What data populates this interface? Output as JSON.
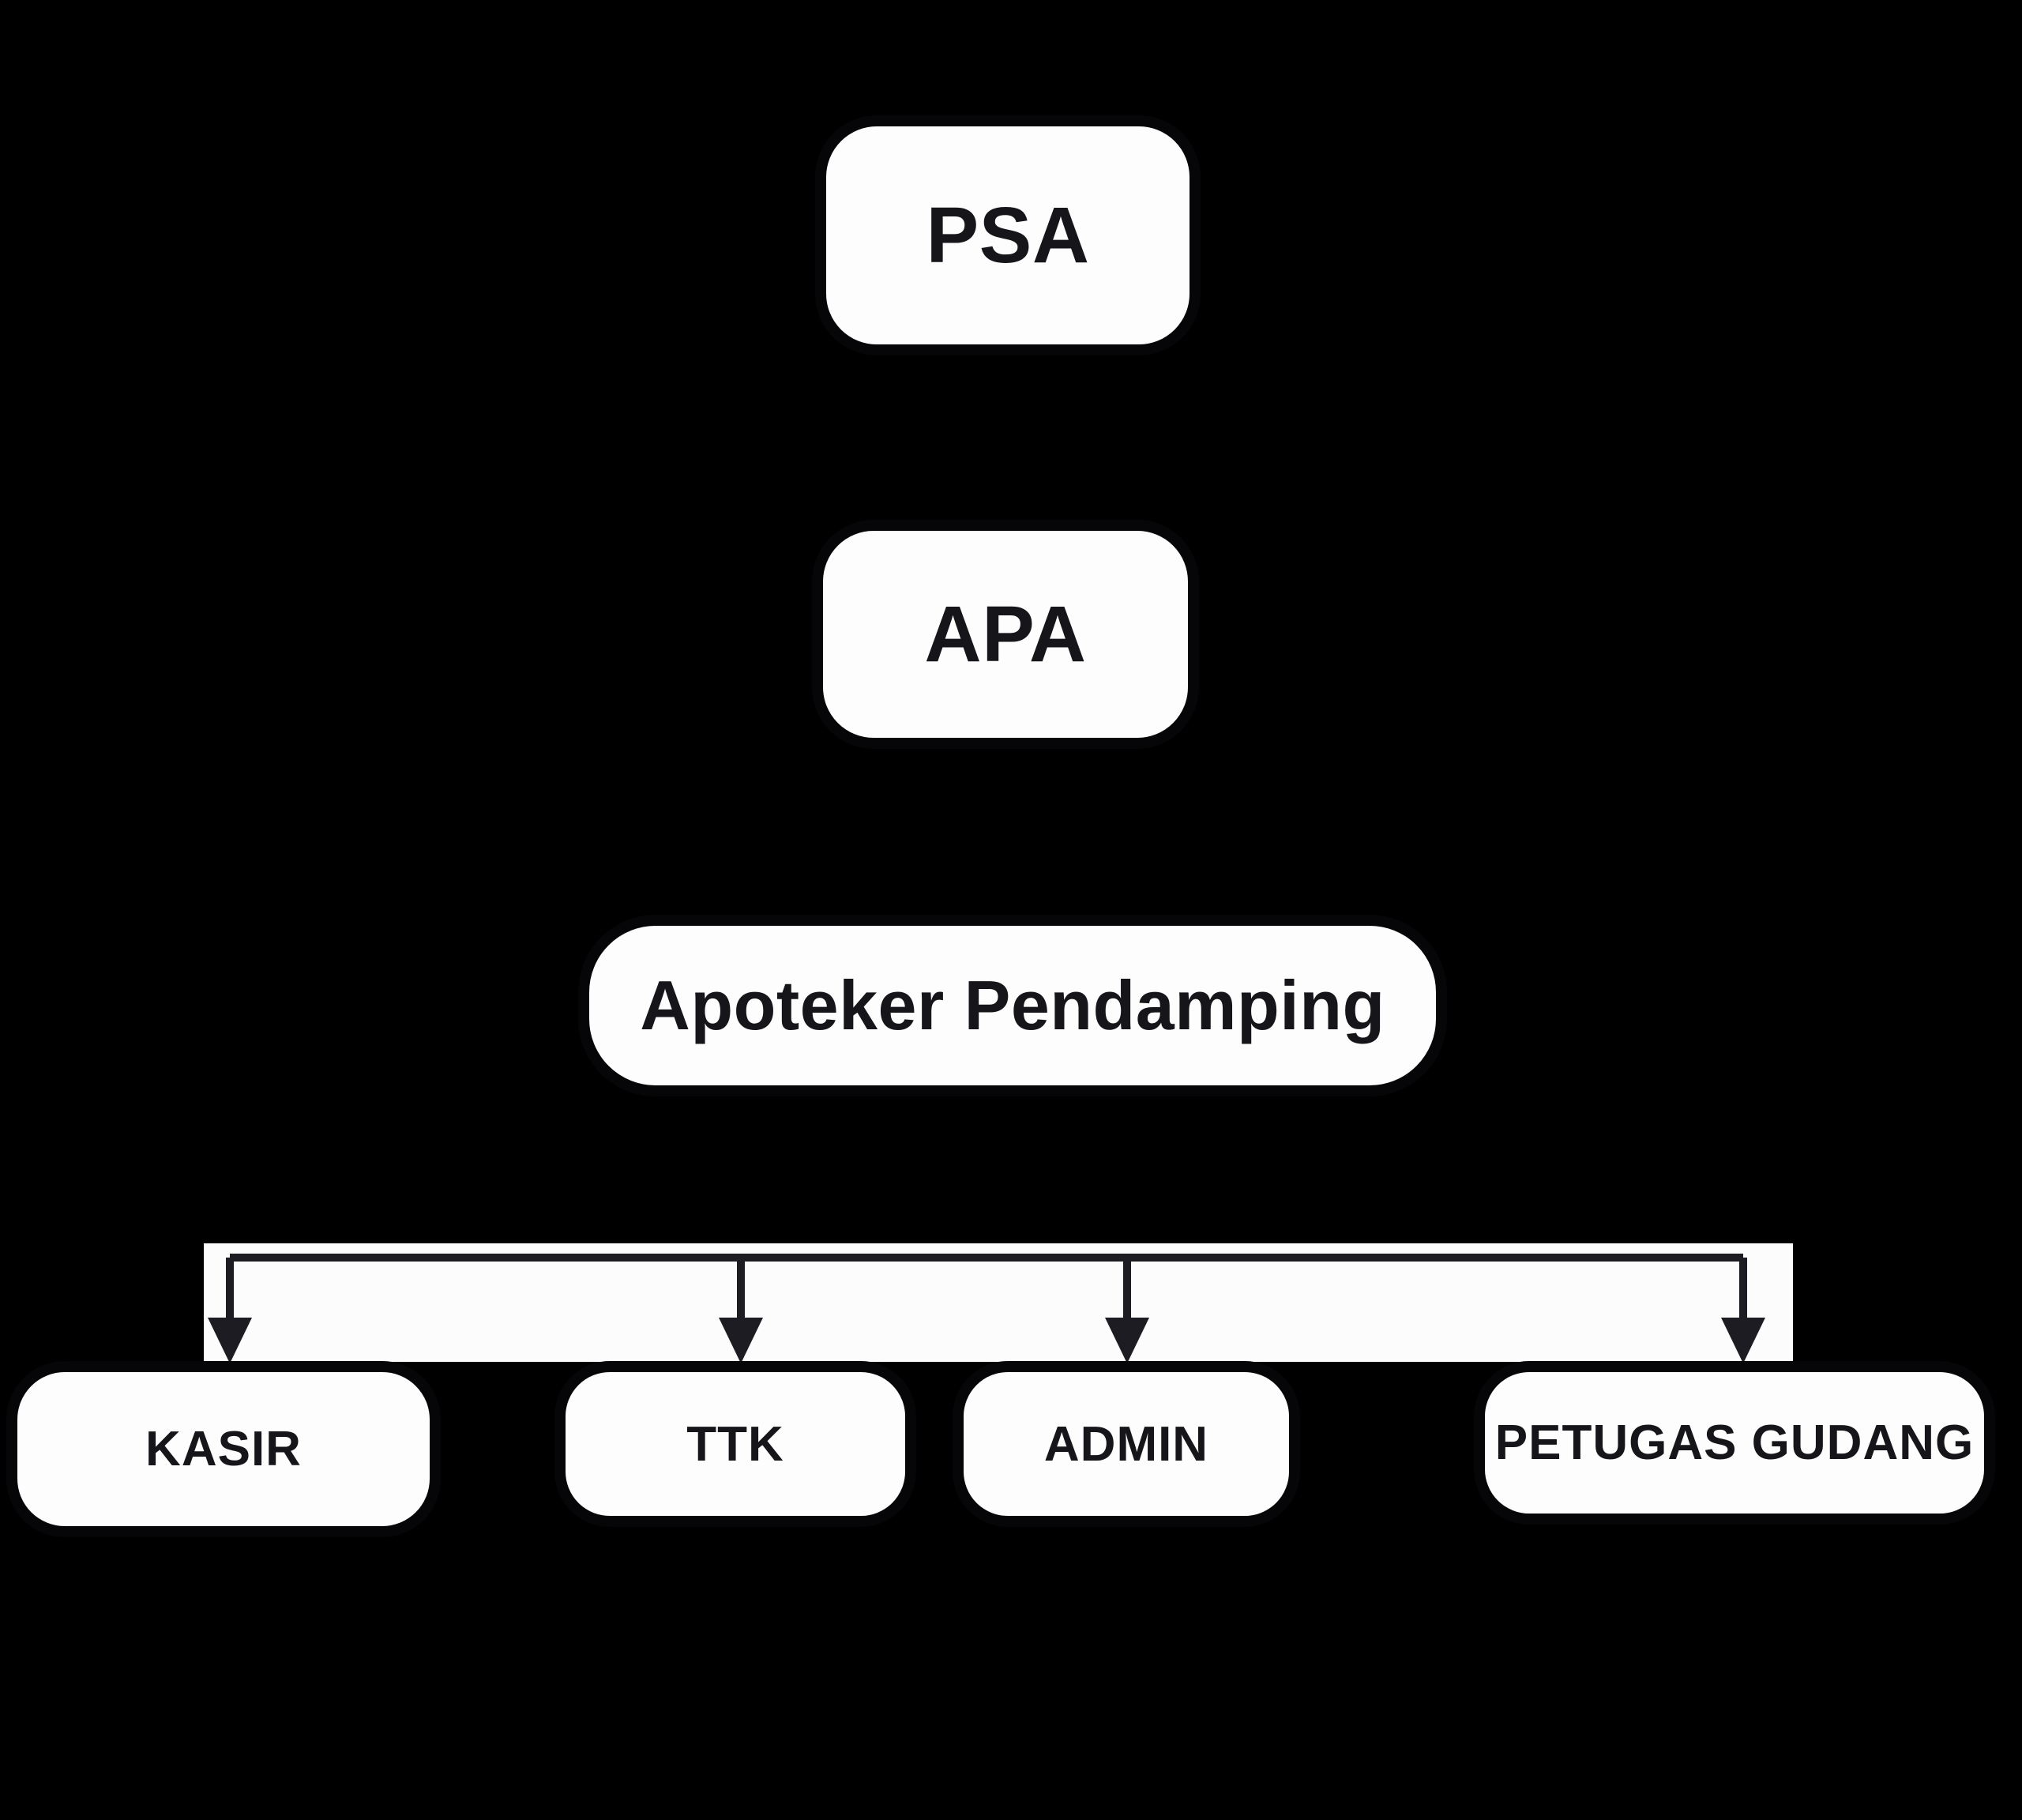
{
  "diagram": {
    "type": "org-chart",
    "colors": {
      "background": "#000000",
      "node_fill": "#fdfdfd",
      "node_border": "#060608",
      "band_fill": "#fcfcfc",
      "line": "#1c1c22",
      "text": "#15151a"
    },
    "nodes": {
      "psa": {
        "label": "PSA"
      },
      "apa": {
        "label": "APA"
      },
      "apoteker_pendamping": {
        "label": "Apoteker Pendamping"
      },
      "kasir": {
        "label": "KASIR"
      },
      "ttk": {
        "label": "TTK"
      },
      "admin": {
        "label": "ADMIN"
      },
      "petugas_gudang": {
        "label": "PETUGAS GUDANG"
      }
    },
    "hierarchy": [
      {
        "from": "PSA",
        "to": "APA"
      },
      {
        "from": "APA",
        "to": "Apoteker Pendamping"
      },
      {
        "from": "Apoteker Pendamping",
        "to": "KASIR"
      },
      {
        "from": "Apoteker Pendamping",
        "to": "TTK"
      },
      {
        "from": "Apoteker Pendamping",
        "to": "ADMIN"
      },
      {
        "from": "Apoteker Pendamping",
        "to": "PETUGAS GUDANG"
      }
    ],
    "connector_band": {
      "arrow_targets": [
        "KASIR",
        "TTK",
        "ADMIN",
        "PETUGAS GUDANG"
      ]
    }
  }
}
